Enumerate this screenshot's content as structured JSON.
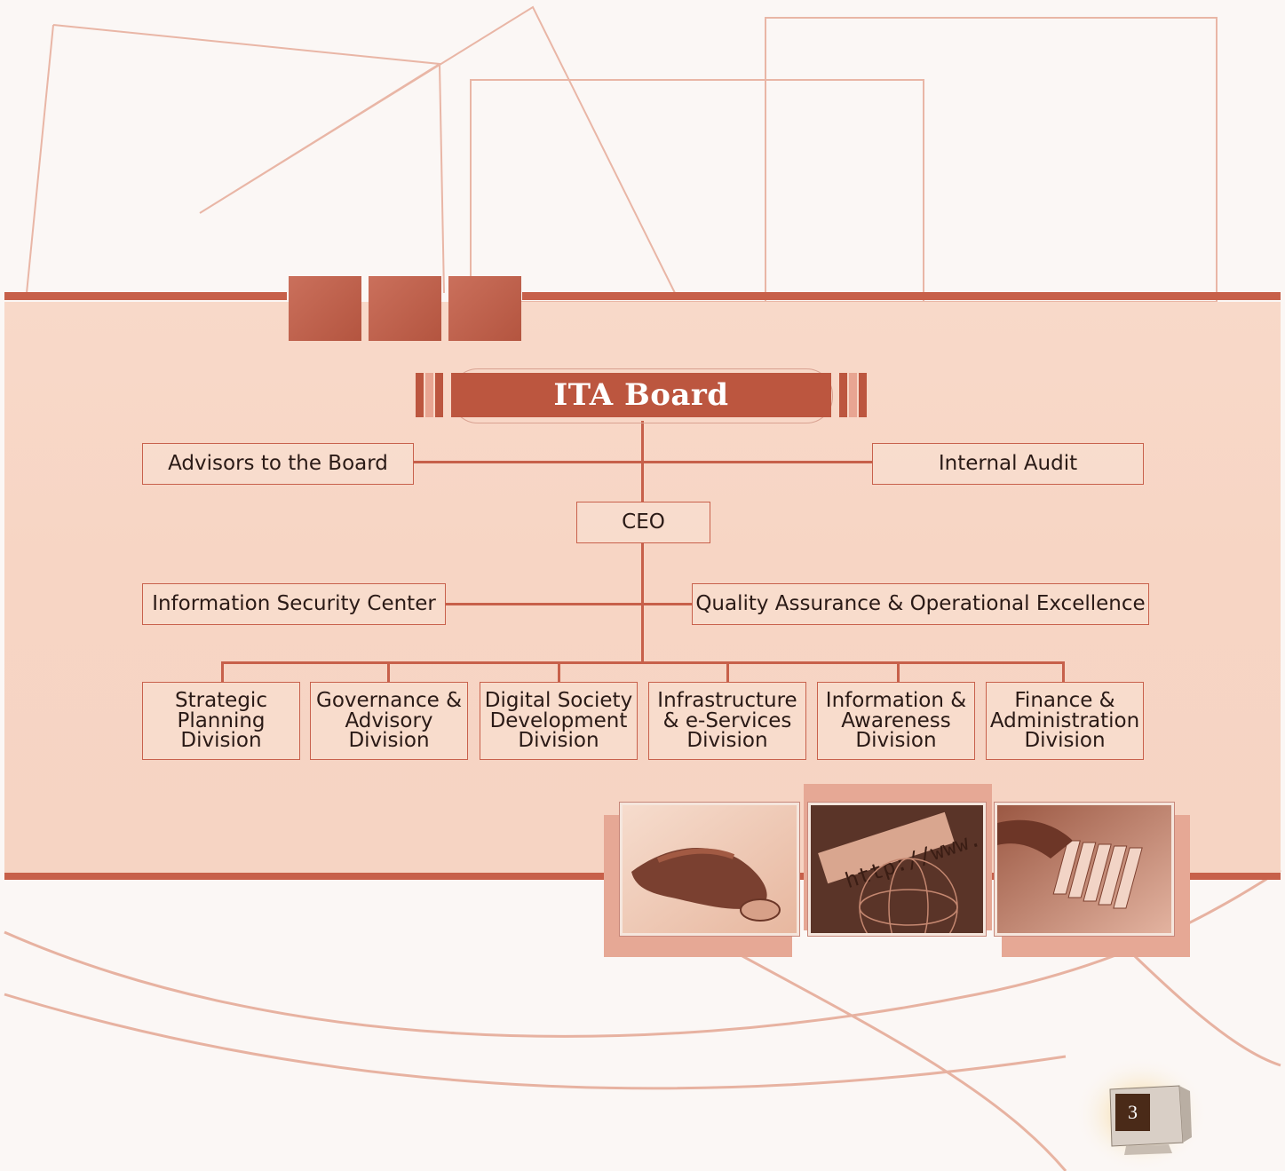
{
  "title": "ITA Board",
  "board_side": {
    "left": "Advisors to the Board",
    "right": "Internal Audit"
  },
  "ceo": "CEO",
  "ceo_side": {
    "left": "Information Security Center",
    "right": "Quality Assurance & Operational Excellence"
  },
  "divisions": [
    [
      "Strategic",
      "Planning",
      "Division"
    ],
    [
      "Governance &",
      "Advisory",
      "Division"
    ],
    [
      "Digital Society",
      "Development",
      "Division"
    ],
    [
      "Infrastructure",
      "& e-Services",
      "Division"
    ],
    [
      "Information &",
      "Awareness",
      "Division"
    ],
    [
      "Finance &",
      "Administration",
      "Division"
    ]
  ],
  "page_number": "3",
  "photos": [
    "hand-on-mouse-photo",
    "browser-url-globe-photo",
    "keyboard-photo"
  ],
  "colors": {
    "accent": "#bc563f",
    "band": "#f7d5c4",
    "line": "#c7604a"
  }
}
